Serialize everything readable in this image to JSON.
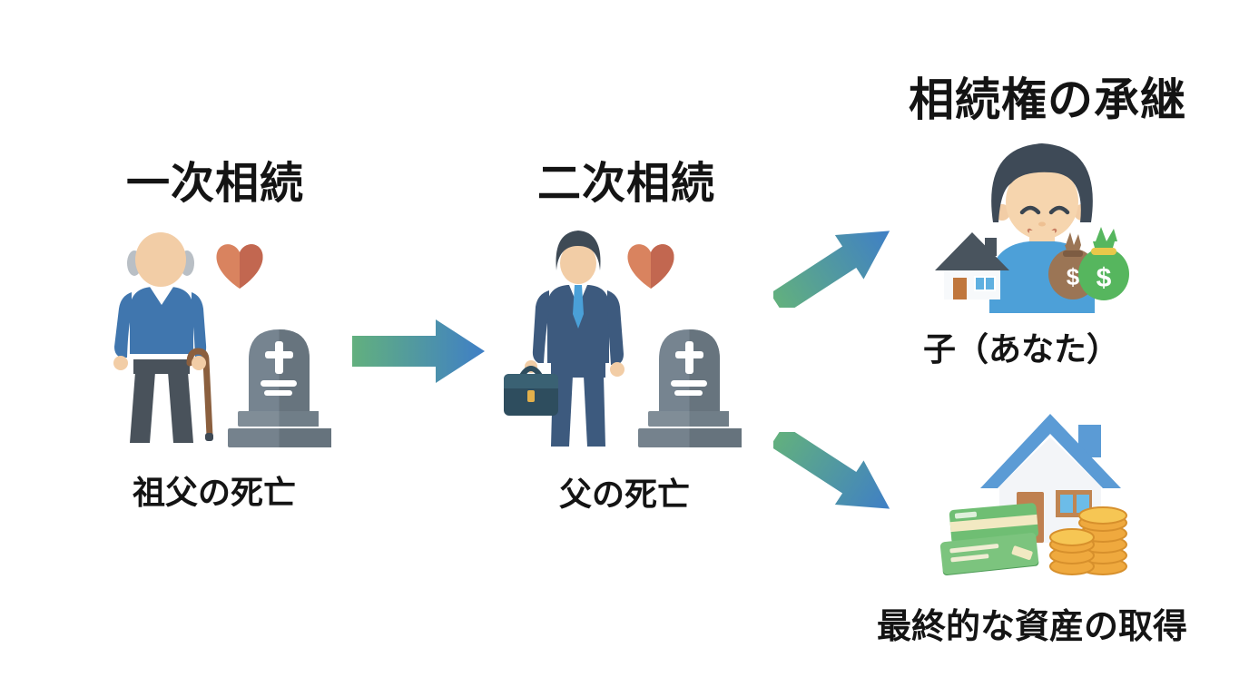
{
  "canvas": {
    "background": "#ffffff"
  },
  "titles": {
    "primary": "一次相続",
    "secondary": "二次相続",
    "succession": "相続権の承継"
  },
  "captions": {
    "primary": "祖父の死亡",
    "secondary": "父の死亡",
    "heir": "子（あなた）",
    "final": "最終的な資産の取得"
  },
  "icons": {
    "elderly_man": "elderly-man-with-cane",
    "heart": "two-tone-heart",
    "gravestone": "gravestone-with-cross",
    "businessman": "businessman-with-briefcase",
    "child": "smiling-child-with-house-and-money-bags",
    "money_symbol": "$",
    "final_assets": "house-with-credit-cards-and-coins",
    "arrow": "green-to-blue-gradient-arrow"
  },
  "colors": {
    "text": "#141414",
    "arrow_start": "#62b07e",
    "arrow_end": "#3f7fc6",
    "heart_light": "#d9835f",
    "heart_dark": "#c26750",
    "skin": "#f2cda6",
    "sweater_blue": "#4076ae",
    "suit_navy": "#3d5a7e",
    "tie_blue": "#4aa0d8",
    "child_shirt_blue": "#4da0d8",
    "stone_light": "#768490",
    "stone_dark": "#67747e",
    "bag_brown": "#9b7555",
    "bag_green": "#56b65e",
    "card_green": "#7cc47e",
    "coin_gold": "#efa93e",
    "roof_blue": "#5b9bd5"
  }
}
